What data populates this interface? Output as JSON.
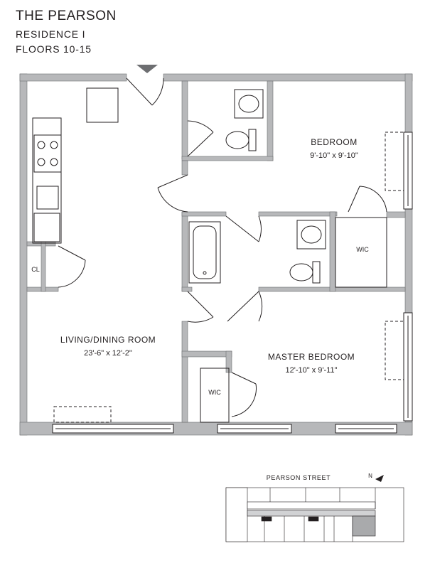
{
  "header": {
    "building": "THE PEARSON",
    "residence": "RESIDENCE I",
    "floors": "FLOORS 10-15"
  },
  "rooms": {
    "bedroom": {
      "name": "BEDROOM",
      "size": "9'-10\" x 9'-10\""
    },
    "living": {
      "name": "LIVING/DINING ROOM",
      "size": "23'-6\" x 12'-2\""
    },
    "master": {
      "name": "MASTER BEDROOM",
      "size": "12'-10\" x 9'-11\""
    },
    "closet": "CL",
    "wic_upper": "WIC",
    "wic_lower": "WIC"
  },
  "keyplan": {
    "street": "PEARSON STREET",
    "north": "N"
  },
  "colors": {
    "wall": "#b7b8ba",
    "line": "#231f20",
    "highlight": "#a9aaac"
  }
}
